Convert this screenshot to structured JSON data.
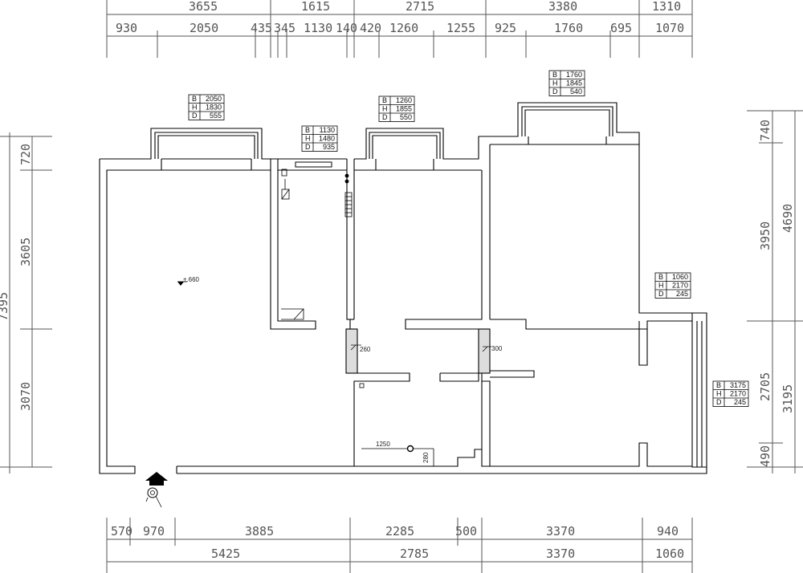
{
  "dimensions": {
    "top_row1": [
      "3655",
      "1615",
      "2715",
      "3380",
      "1310"
    ],
    "top_row2": [
      "930",
      "2050",
      "435",
      "345",
      "1130",
      "140",
      "420",
      "1260",
      "1255",
      "925",
      "1760",
      "695",
      "1070"
    ],
    "bottom_row1": [
      "570",
      "970",
      "3885",
      "2285",
      "500",
      "3370",
      "940"
    ],
    "bottom_row2": [
      "5425",
      "2785",
      "3370",
      "1060"
    ],
    "left": [
      "720",
      "3605",
      "3070",
      "7395"
    ],
    "right_inner": [
      "740",
      "3950",
      "2705",
      "490"
    ],
    "right_outer": [
      "4690",
      "3195"
    ]
  },
  "openings": [
    {
      "labels": [
        "B",
        "H",
        "D"
      ],
      "values": [
        "2050",
        "1830",
        "555"
      ]
    },
    {
      "labels": [
        "B",
        "H",
        "D"
      ],
      "values": [
        "1130",
        "1480",
        "935"
      ]
    },
    {
      "labels": [
        "B",
        "H",
        "D"
      ],
      "values": [
        "1260",
        "1855",
        "550"
      ]
    },
    {
      "labels": [
        "B",
        "H",
        "D"
      ],
      "values": [
        "1760",
        "1845",
        "540"
      ]
    },
    {
      "labels": [
        "B",
        "H",
        "D"
      ],
      "values": [
        "1060",
        "2170",
        "245"
      ]
    },
    {
      "labels": [
        "B",
        "H",
        "D"
      ],
      "values": [
        "3175",
        "2170",
        "245"
      ]
    }
  ],
  "annotations": {
    "level": "±.660",
    "beam_a": "260",
    "beam_b": "300",
    "drain_h": "1250",
    "drain_v": "280"
  }
}
